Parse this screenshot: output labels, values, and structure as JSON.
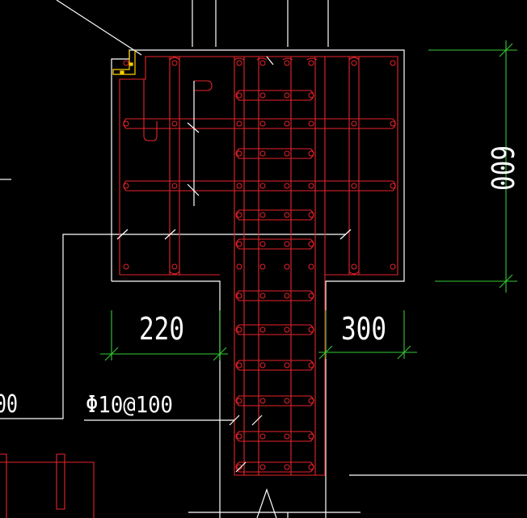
{
  "colors": {
    "background": "#000000",
    "outline": "#ffffff",
    "rebar": "#e8242b",
    "dimension": "#33cc33",
    "accent": "#ffd200"
  },
  "dimensions": {
    "left_width": "220",
    "right_width": "300",
    "flange_height": "600"
  },
  "annotations": {
    "rebar_spec": "Φ10@100",
    "cut_text": "00"
  }
}
